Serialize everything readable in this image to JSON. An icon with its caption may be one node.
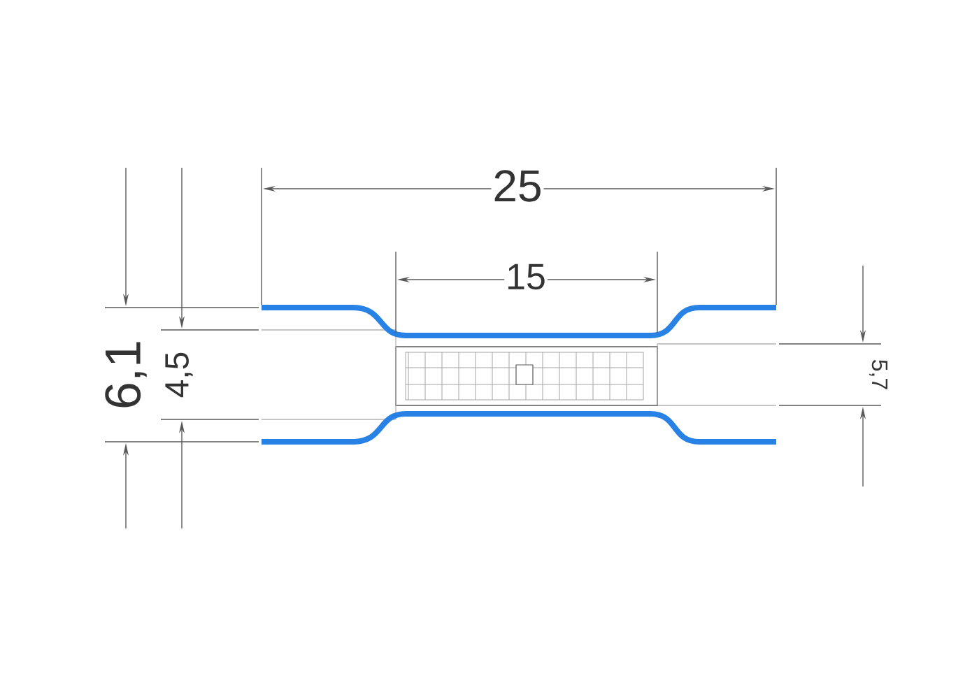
{
  "diagram": {
    "labels": [
      "25",
      "15",
      "6,1",
      "4,5",
      "5,7"
    ]
  }
}
